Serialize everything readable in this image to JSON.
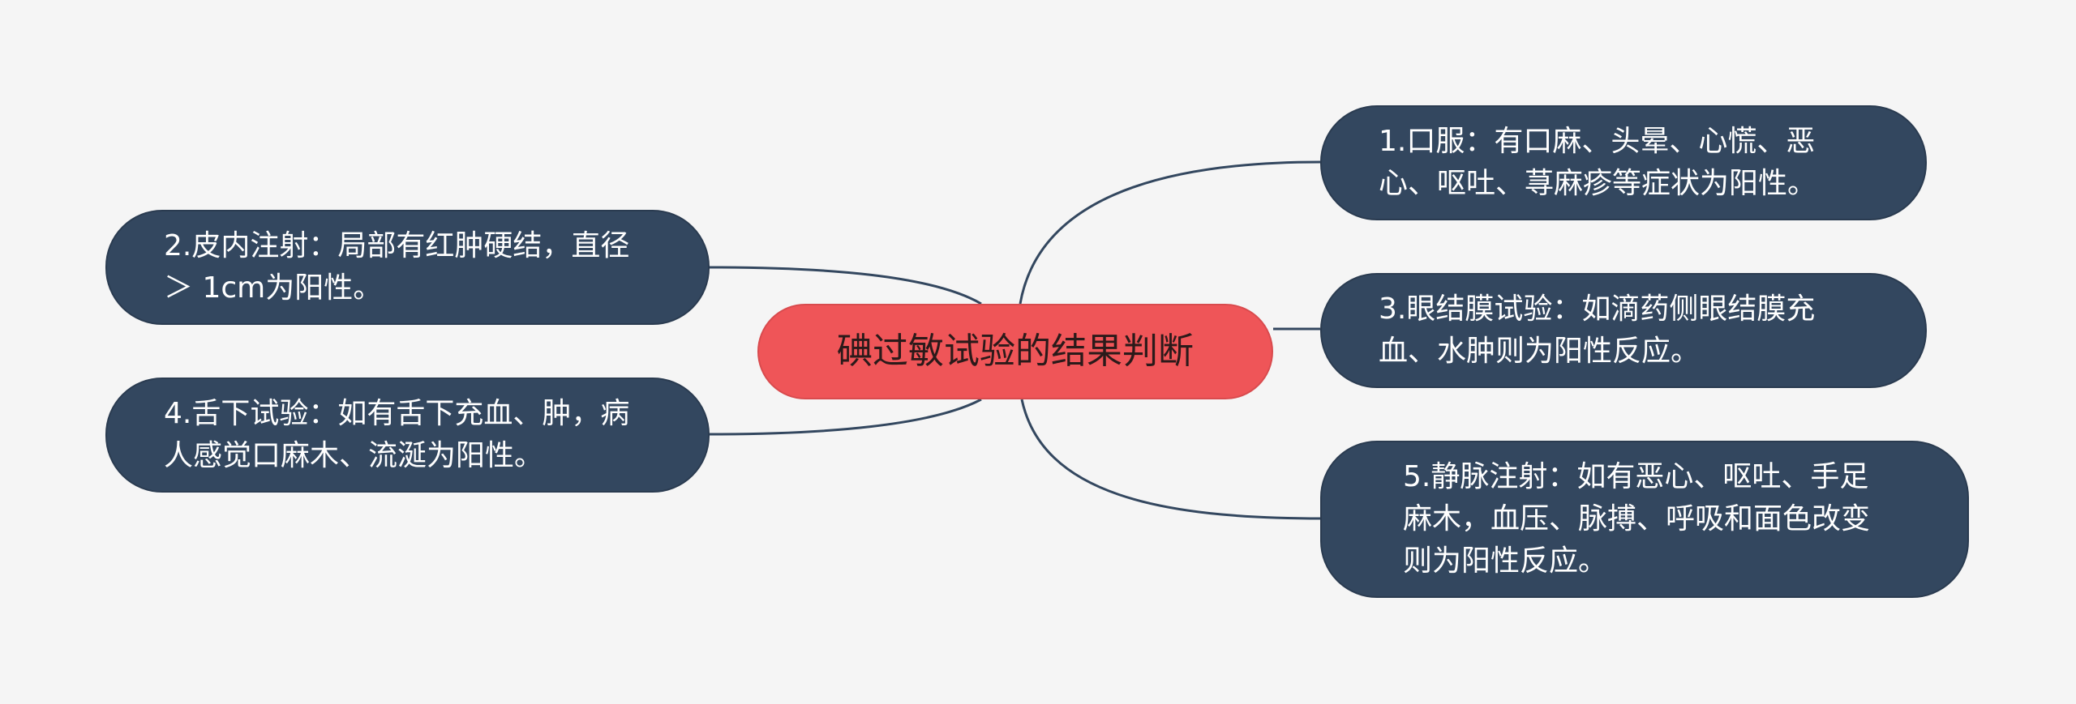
{
  "colors": {
    "background": "#f5f5f5",
    "central_fill": "#ef5558",
    "branch_fill": "#33475f",
    "link_stroke": "#33475f"
  },
  "mindmap": {
    "central": "碘过敏试验的结果判断",
    "branches": {
      "b1": "1.口服：有口麻、头晕、心慌、恶心、呕吐、荨麻疹等症状为阳性。",
      "b2": "2.皮内注射：局部有红肿硬结，直径 ＞ 1cm为阳性。",
      "b3": "3.眼结膜试验：如滴药侧眼结膜充血、水肿则为阳性反应。",
      "b4": "4.舌下试验：如有舌下充血、肿，病人感觉口麻木、流涎为阳性。",
      "b5": "5.静脉注射：如有恶心、呕吐、手足麻木，血压、脉搏、呼吸和面色改变则为阳性反应。"
    }
  }
}
